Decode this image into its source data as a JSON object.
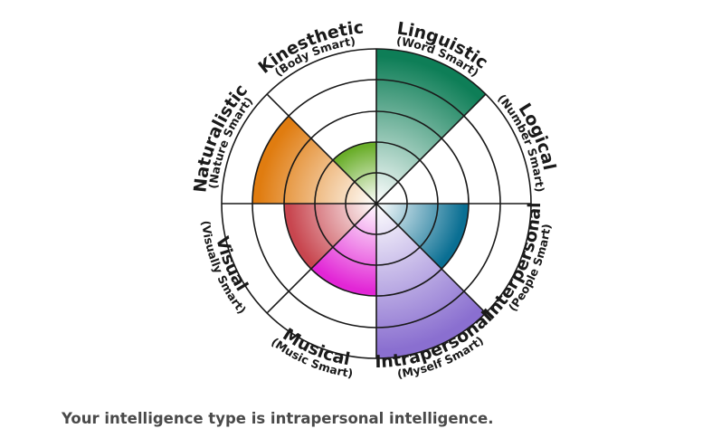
{
  "chart_data": {
    "type": "polar-area",
    "max_level": 5,
    "grid": true,
    "categories": [
      {
        "title": "Linguistic",
        "subtitle": "(Word Smart)",
        "value": 5,
        "color": "#0e7e57"
      },
      {
        "title": "Logical",
        "subtitle": "(Number Smart)",
        "value": 0,
        "color": "#7ac8d6"
      },
      {
        "title": "Interpersonal",
        "subtitle": "(People Smart)",
        "value": 3,
        "color": "#0a6f93"
      },
      {
        "title": "Intrapersonal",
        "subtitle": "(Myself Smart)",
        "value": 5,
        "color": "#8a6fd0"
      },
      {
        "title": "Musical",
        "subtitle": "(Music Smart)",
        "value": 3,
        "color": "#e226d6"
      },
      {
        "title": "Visual",
        "subtitle": "(Visually Smart)",
        "value": 3,
        "color": "#c8464f"
      },
      {
        "title": "Naturalistic",
        "subtitle": "(Nature Smart)",
        "value": 4,
        "color": "#e07c10"
      },
      {
        "title": "Kinesthetic",
        "subtitle": "(Body Smart)",
        "value": 2,
        "color": "#6aae2a"
      }
    ]
  },
  "result_text": "Your intelligence type is intrapersonal intelligence."
}
